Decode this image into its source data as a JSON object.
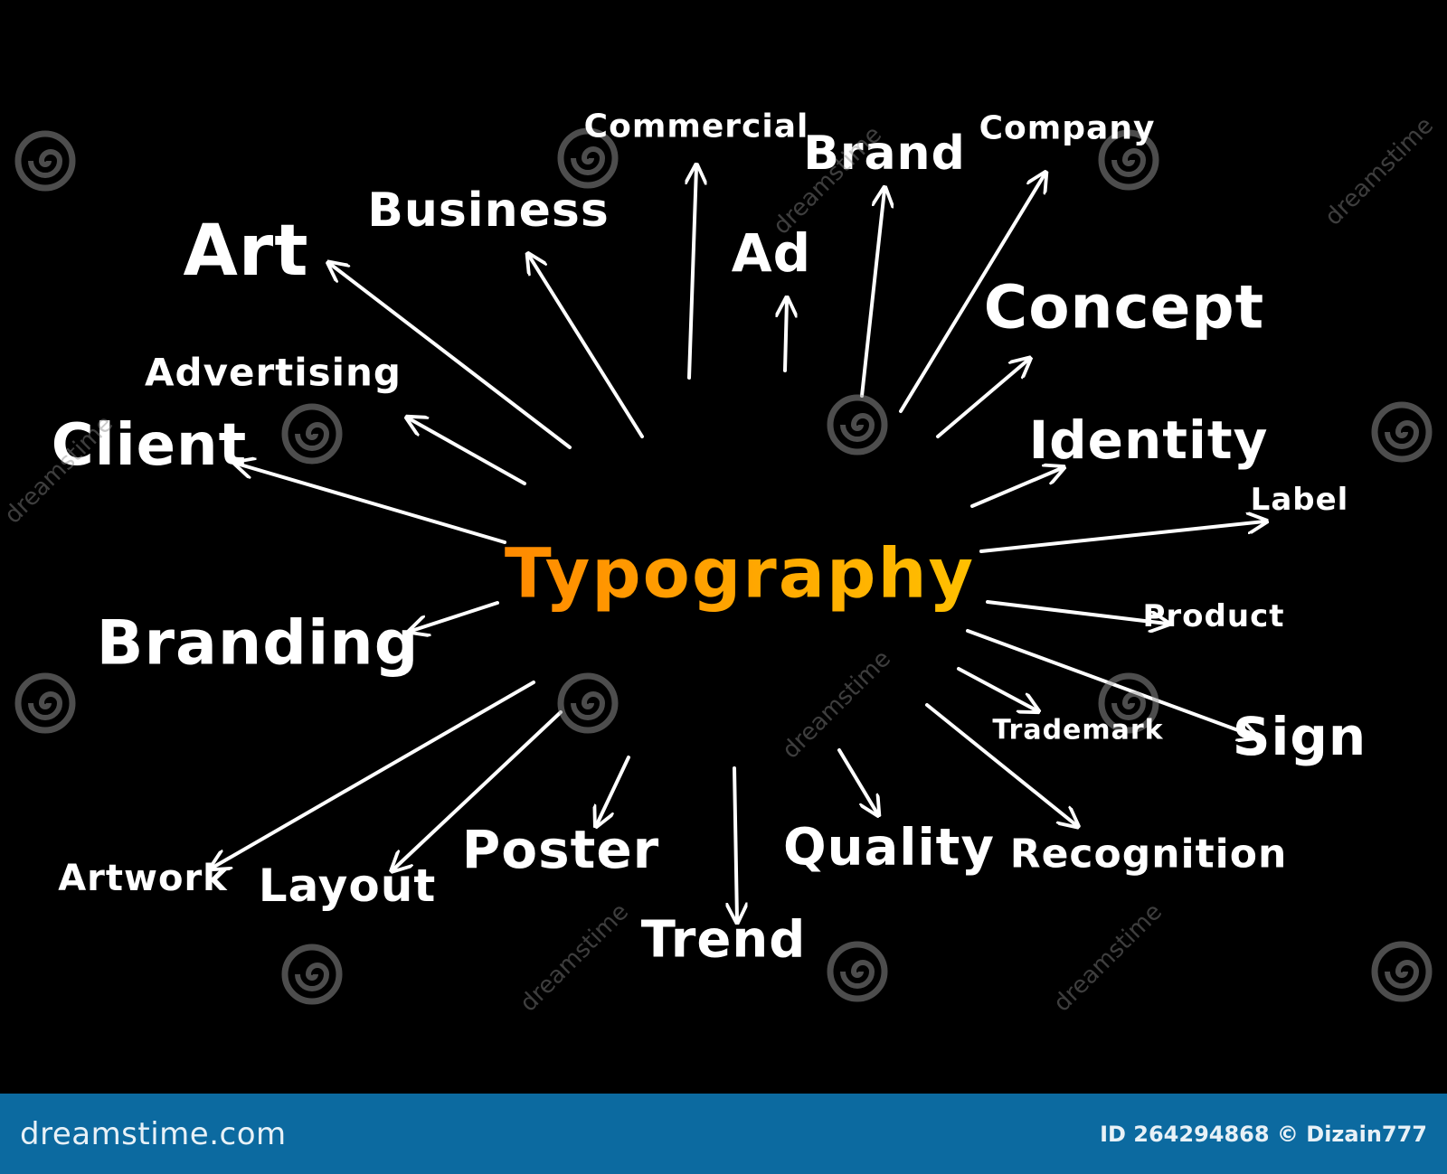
{
  "center": "Typography",
  "words": [
    "Commercial",
    "Brand",
    "Company",
    "Business",
    "Art",
    "Ad",
    "Concept",
    "Advertising",
    "Client",
    "Identity",
    "Label",
    "Product",
    "Branding",
    "Trademark",
    "Sign",
    "Poster",
    "Quality",
    "Recognition",
    "Artwork",
    "Layout",
    "Trend"
  ],
  "colors": {
    "center_start": "#ff8a00",
    "center_end": "#ffc000",
    "footer": "#0c6aa0"
  },
  "watermark": {
    "text": "dreamstime",
    "icon": "spiral-icon"
  },
  "footer": {
    "site": "dreamstime.com",
    "id_label": "ID 264294868",
    "author": "© Dizain777"
  }
}
